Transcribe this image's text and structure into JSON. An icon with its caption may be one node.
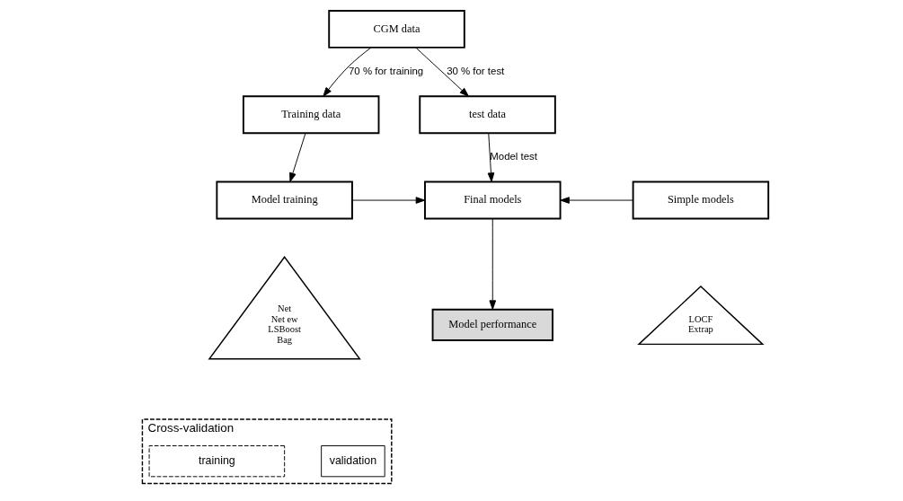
{
  "diagram": {
    "nodes": [
      {
        "text": [
          "CGM data"
        ]
      },
      {
        "text": [
          "test data"
        ]
      },
      {
        "text": [
          "Training data"
        ]
      },
      {
        "text": [
          "Model training"
        ]
      },
      {
        "text": [
          "Final models"
        ]
      },
      {
        "text": [
          "Simple models"
        ]
      },
      {
        "text": [
          "Model performance"
        ]
      },
      {
        "text": [
          "Net",
          "Net ew",
          "LSBoost",
          "Bag"
        ]
      },
      {
        "text": [
          "Cross-validation"
        ]
      },
      {
        "text": [
          "training"
        ],
        "in": 8
      },
      {
        "text": [
          "validation"
        ],
        "in": 8
      },
      {
        "text": [
          "LOCF",
          "Extrap"
        ]
      }
    ],
    "edges": [
      {
        "from": 0,
        "to": 2,
        "arrow": "to",
        "label": "70 % for training"
      },
      {
        "from": 0,
        "to": 1,
        "arrow": "to",
        "label": "30 % for test"
      },
      {
        "from": 1,
        "to": 4,
        "arrow": "to",
        "label": "Model test"
      },
      {
        "from": 2,
        "to": 3,
        "arrow": "to"
      },
      {
        "from": 3,
        "to": 4,
        "arrow": "to"
      },
      {
        "from": 5,
        "to": 4,
        "arrow": "to"
      },
      {
        "from": 4,
        "to": 6,
        "arrow": "to"
      }
    ]
  }
}
